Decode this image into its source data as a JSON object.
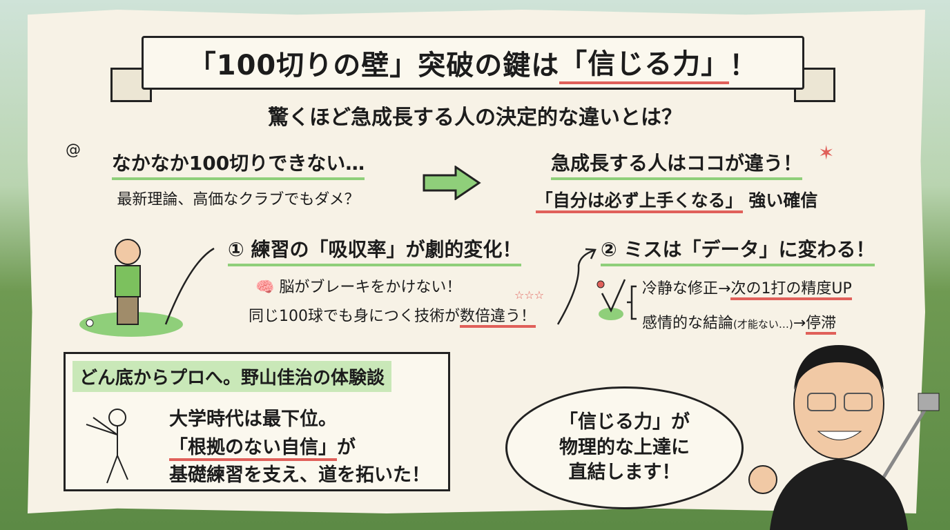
{
  "title": {
    "prefix": "「100切りの壁」突破の鍵は",
    "highlight": "「信じる力」",
    "suffix": "！"
  },
  "subtitle": "驚くほど急成長する人の決定的な違いとは？",
  "problem": {
    "heading": "なかなか100切りできない…",
    "text": "最新理論、高価なクラブでもダメ？"
  },
  "answer": {
    "heading": "急成長する人はココが違う！",
    "text_highlight": "「自分は必ず上手くなる」",
    "text_rest": "強い確信"
  },
  "point1": {
    "heading": "① 練習の「吸収率」が劇的変化！",
    "line1": "脳がブレーキをかけない！",
    "line2_prefix": "同じ100球でも身につく技術が",
    "line2_highlight": "数倍違う！"
  },
  "point2": {
    "heading": "② ミスは「データ」に変わる！",
    "line1_prefix": "冷静な修正→",
    "line1_highlight": "次の1打の精度UP",
    "line2_prefix": "感情的な結論",
    "line2_small": "(才能ない…)",
    "line2_arrow": "→",
    "line2_highlight": "停滞"
  },
  "story": {
    "heading": "どん底からプロへ。野山佳治の体験談",
    "line1": "大学時代は最下位。",
    "line2_highlight": "「根拠のない自信」",
    "line2_rest": "が",
    "line3": "基礎練習を支え、道を拓いた！"
  },
  "bubble": {
    "line1": "「信じる力」が",
    "line2": "物理的な上達に",
    "line3": "直結します！"
  },
  "colors": {
    "accent_red": "#e0605a",
    "accent_green": "#8fcf7a"
  }
}
